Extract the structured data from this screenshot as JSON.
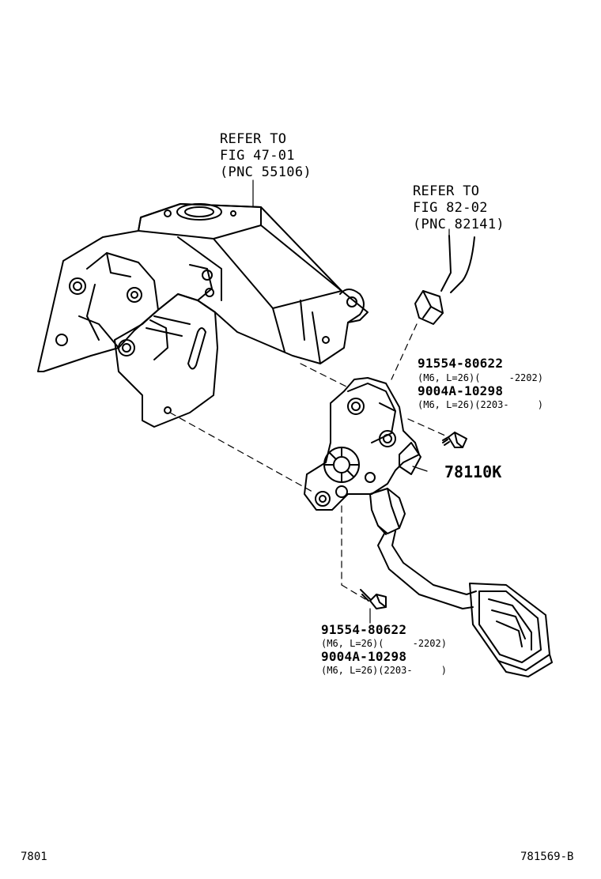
{
  "refs": {
    "pedal_bracket": {
      "line1": "REFER TO",
      "line2": "FIG 47-01",
      "line3": "(PNC 55106)"
    },
    "wire_harness": {
      "line1": "REFER TO",
      "line2": "FIG 82-02",
      "line3": "(PNC 82141)"
    }
  },
  "bolt_upper": {
    "part_a": "91554-80622",
    "spec_a": "(M6, L=26)(     -2202)",
    "part_b": "9004A-10298",
    "spec_b": "(M6, L=26)(2203-     )"
  },
  "bolt_lower": {
    "part_a": "91554-80622",
    "spec_a": "(M6, L=26)(     -2202)",
    "part_b": "9004A-10298",
    "spec_b": "(M6, L=26)(2203-     )"
  },
  "main_part": {
    "number": "78110K"
  },
  "footer": {
    "left": "7801",
    "right": "781569-B"
  }
}
